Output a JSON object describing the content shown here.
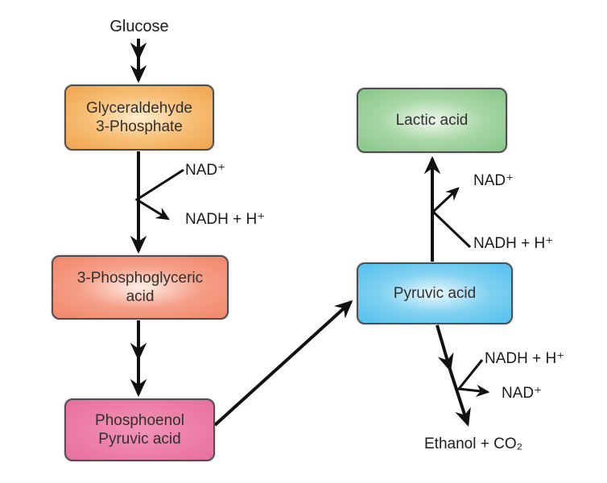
{
  "diagram": {
    "nodes": {
      "glucose": {
        "label": "Glucose"
      },
      "g3p": {
        "label": "Glyceraldehyde\n3-Phosphate",
        "fill": "#F2AD5B"
      },
      "p3g": {
        "label": "3-Phosphoglyceric\nacid",
        "fill": "#F29079"
      },
      "pep": {
        "label": "Phosphoenol\nPyruvic acid",
        "fill": "#EC7FA8"
      },
      "lactic": {
        "label": "Lactic acid",
        "fill": "#8FCB8E"
      },
      "pyruvic": {
        "label": "Pyruvic acid",
        "fill": "#62C8EE"
      },
      "ethanol": {
        "label": "Ethanol + CO₂"
      }
    },
    "cofactors": {
      "g3p_to_p3g": {
        "in": "NAD⁺",
        "out": "NADH + H⁺"
      },
      "pyruvic_to_lactic": {
        "in": "NADH + H⁺",
        "out": "NAD⁺"
      },
      "pyruvic_to_ethanol": {
        "in": "NADH + H⁺",
        "out": "NAD⁺"
      }
    },
    "colors": {
      "arrow": "#111111",
      "box_border": "#4f4f52",
      "background": "#ffffff"
    }
  }
}
